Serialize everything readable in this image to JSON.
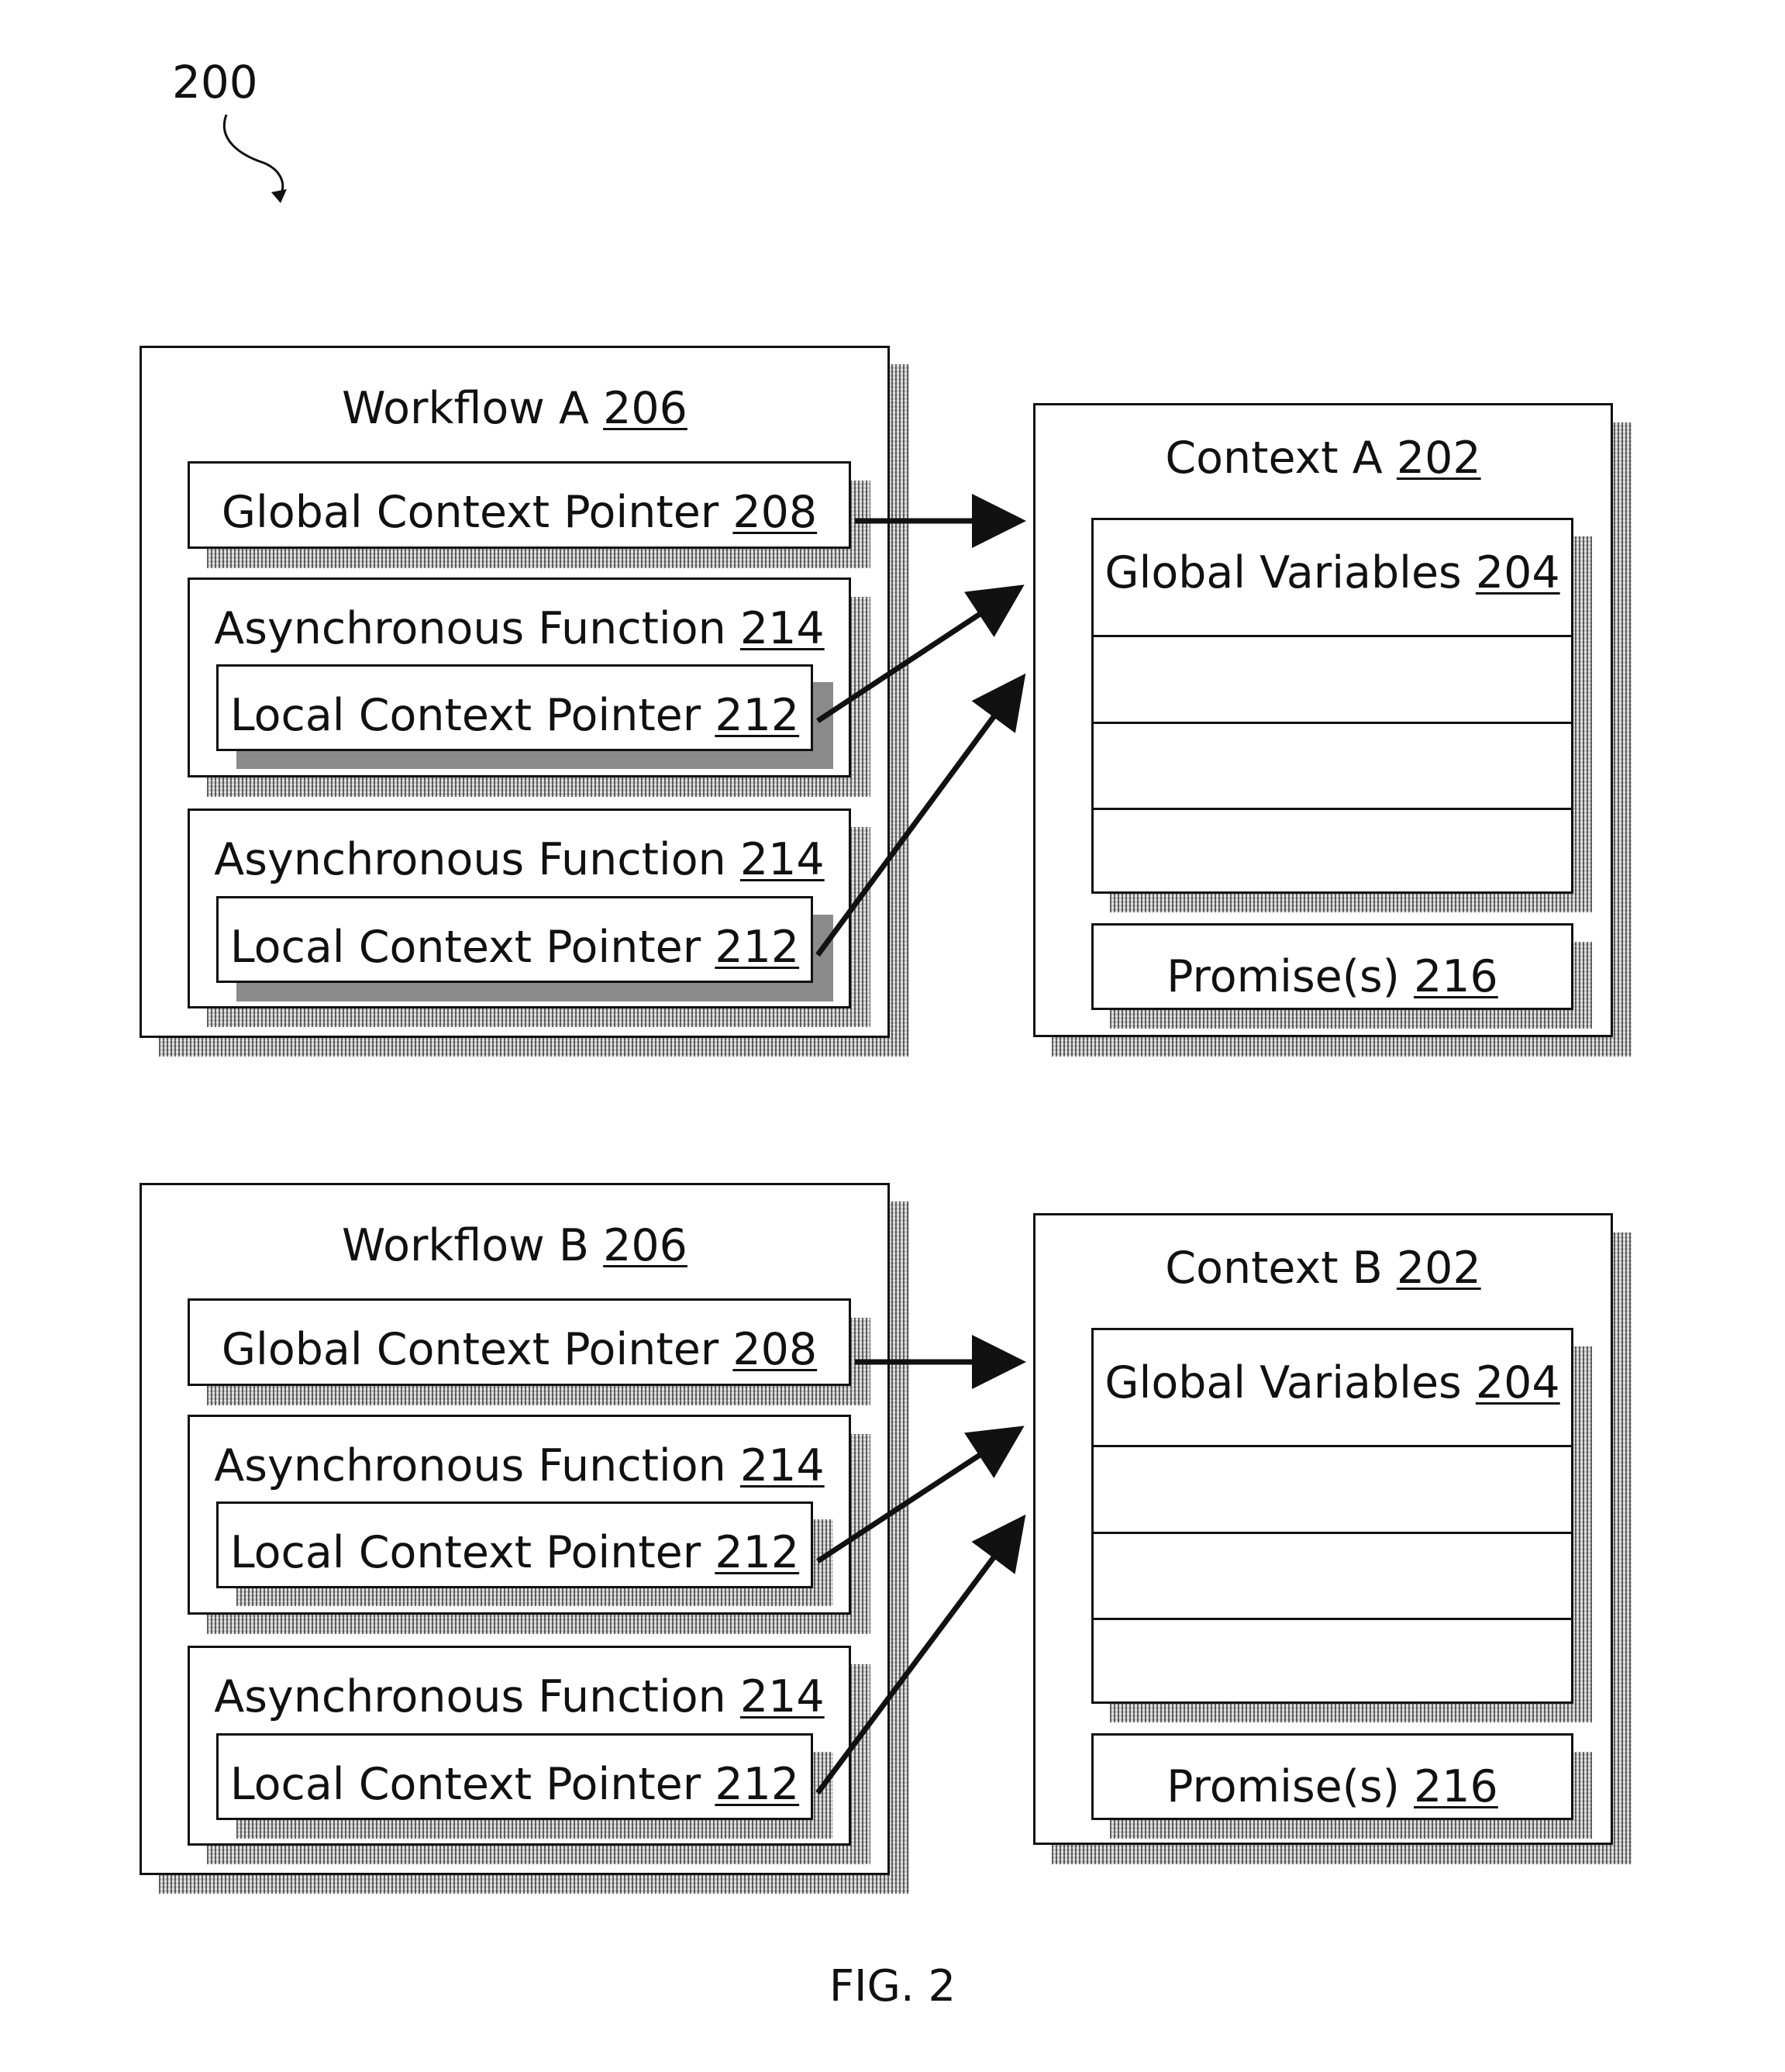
{
  "figure_ref": "200",
  "caption": "FIG. 2",
  "panels": [
    {
      "workflow": {
        "title": "Workflow A",
        "title_num": "206",
        "global_pointer": {
          "label": "Global Context Pointer",
          "num": "208"
        },
        "functions": [
          {
            "label": "Asynchronous Function",
            "num": "214",
            "pointer": {
              "label": "Local Context Pointer",
              "num": "212"
            }
          },
          {
            "label": "Asynchronous Function",
            "num": "214",
            "pointer": {
              "label": "Local Context Pointer",
              "num": "212"
            }
          }
        ]
      },
      "context": {
        "title": "Context A",
        "title_num": "202",
        "variables": {
          "label": "Global Variables",
          "num": "204"
        },
        "promises": {
          "label": "Promise(s)",
          "num": "216"
        }
      }
    },
    {
      "workflow": {
        "title": "Workflow B",
        "title_num": "206",
        "global_pointer": {
          "label": "Global Context Pointer",
          "num": "208"
        },
        "functions": [
          {
            "label": "Asynchronous Function",
            "num": "214",
            "pointer": {
              "label": "Local Context Pointer",
              "num": "212"
            }
          },
          {
            "label": "Asynchronous Function",
            "num": "214",
            "pointer": {
              "label": "Local Context Pointer",
              "num": "212"
            }
          }
        ]
      },
      "context": {
        "title": "Context B",
        "title_num": "202",
        "variables": {
          "label": "Global Variables",
          "num": "204"
        },
        "promises": {
          "label": "Promise(s)",
          "num": "216"
        }
      }
    }
  ]
}
